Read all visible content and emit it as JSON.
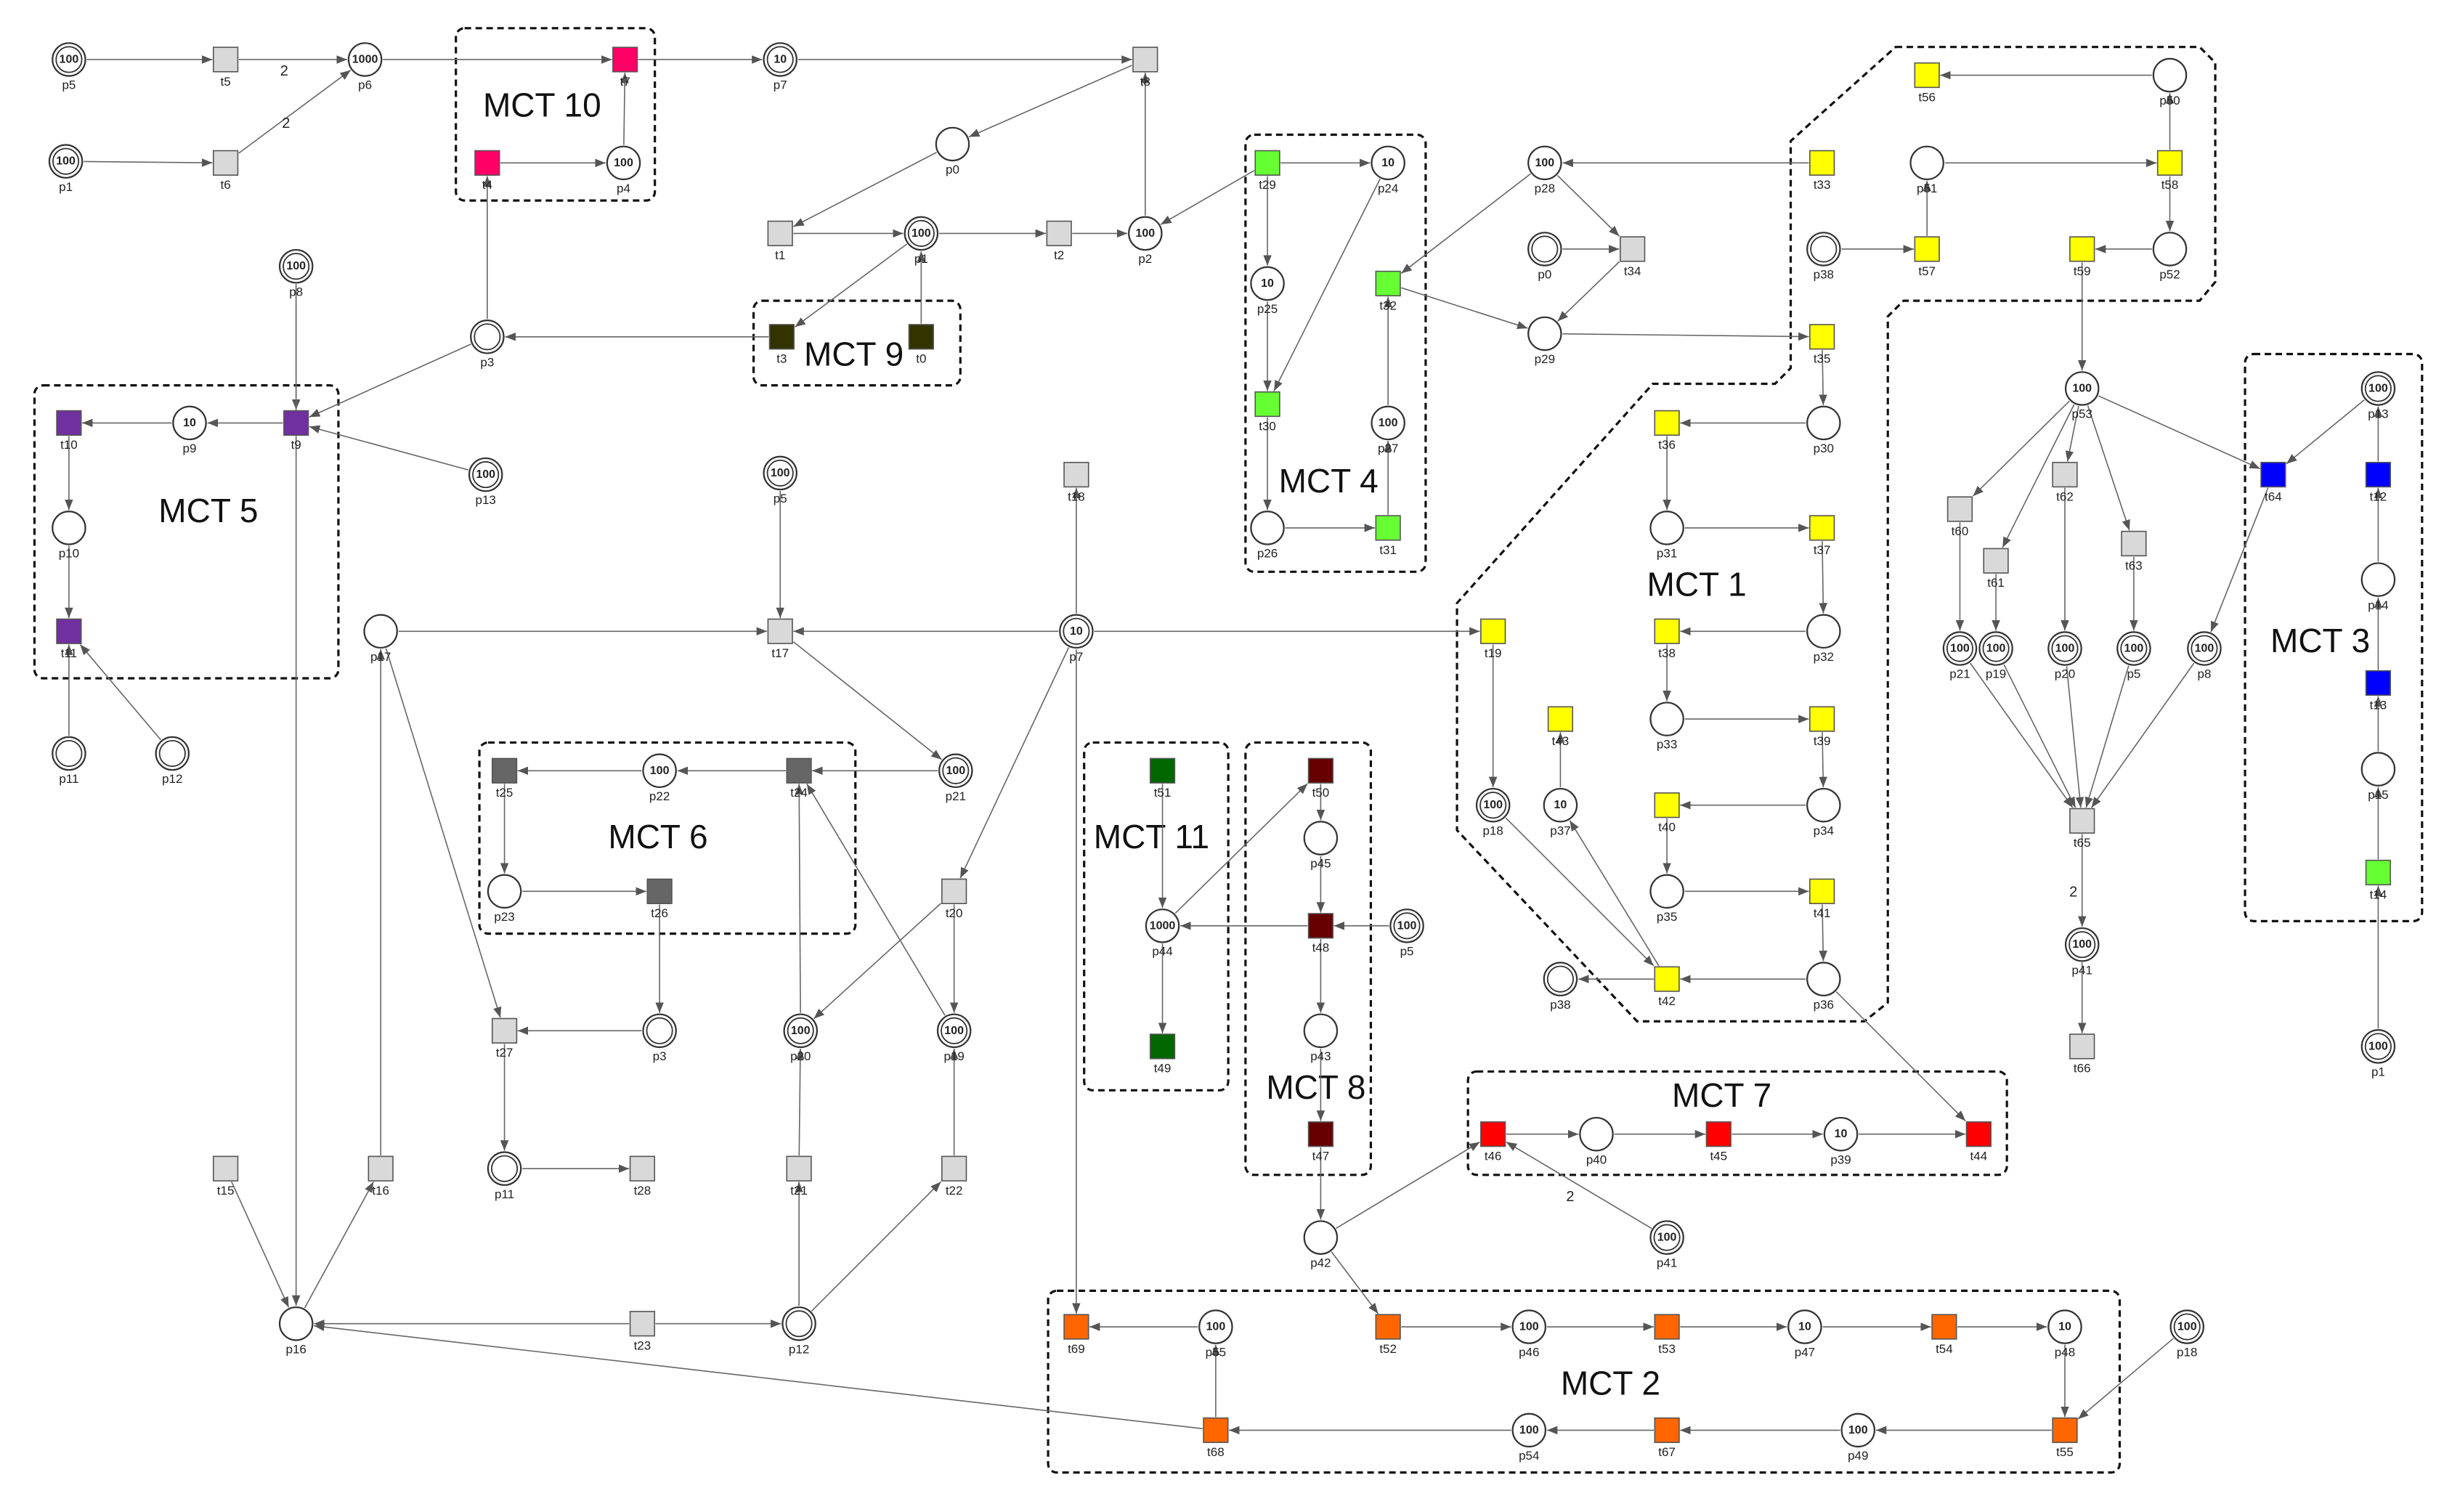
{
  "places": [
    {
      "id": "p5a",
      "label": "p5",
      "tokens": "100"
    },
    {
      "id": "p1a",
      "label": "p1",
      "tokens": "100"
    },
    {
      "id": "p6",
      "label": "p6",
      "tokens": "1000"
    },
    {
      "id": "p4",
      "label": "p4",
      "tokens": "100"
    },
    {
      "id": "p7a",
      "label": "p7",
      "tokens": "10"
    },
    {
      "id": "p0a",
      "label": "p0",
      "tokens": ""
    },
    {
      "id": "p1b",
      "label": "p1",
      "tokens": "100"
    },
    {
      "id": "p2",
      "label": "p2",
      "tokens": "100"
    },
    {
      "id": "p8a",
      "label": "p8",
      "tokens": "100"
    },
    {
      "id": "p3a",
      "label": "p3",
      "tokens": ""
    },
    {
      "id": "p9",
      "label": "p9",
      "tokens": "10"
    },
    {
      "id": "p13a",
      "label": "p13",
      "tokens": "100"
    },
    {
      "id": "p10",
      "label": "p10",
      "tokens": ""
    },
    {
      "id": "p11a",
      "label": "p11",
      "tokens": ""
    },
    {
      "id": "p12a",
      "label": "p12",
      "tokens": ""
    },
    {
      "id": "p5b",
      "label": "p5",
      "tokens": "100"
    },
    {
      "id": "p17",
      "label": "p17",
      "tokens": ""
    },
    {
      "id": "p7b",
      "label": "p7",
      "tokens": "10"
    },
    {
      "id": "p22",
      "label": "p22",
      "tokens": "100"
    },
    {
      "id": "p21a",
      "label": "p21",
      "tokens": "100"
    },
    {
      "id": "p23",
      "label": "p23",
      "tokens": ""
    },
    {
      "id": "p3b",
      "label": "p3",
      "tokens": ""
    },
    {
      "id": "p20a",
      "label": "p20",
      "tokens": "100"
    },
    {
      "id": "p19a",
      "label": "p19",
      "tokens": "100"
    },
    {
      "id": "p11b",
      "label": "p11",
      "tokens": ""
    },
    {
      "id": "p16",
      "label": "p16",
      "tokens": ""
    },
    {
      "id": "p12b",
      "label": "p12",
      "tokens": ""
    },
    {
      "id": "p24",
      "label": "p24",
      "tokens": "10"
    },
    {
      "id": "p25",
      "label": "p25",
      "tokens": "10"
    },
    {
      "id": "p27",
      "label": "p27",
      "tokens": "100"
    },
    {
      "id": "p26",
      "label": "p26",
      "tokens": ""
    },
    {
      "id": "p28",
      "label": "p28",
      "tokens": "100"
    },
    {
      "id": "p0b",
      "label": "p0",
      "tokens": ""
    },
    {
      "id": "p29",
      "label": "p29",
      "tokens": ""
    },
    {
      "id": "p30",
      "label": "p30",
      "tokens": ""
    },
    {
      "id": "p31",
      "label": "p31",
      "tokens": ""
    },
    {
      "id": "p32",
      "label": "p32",
      "tokens": ""
    },
    {
      "id": "p33",
      "label": "p33",
      "tokens": ""
    },
    {
      "id": "p34",
      "label": "p34",
      "tokens": ""
    },
    {
      "id": "p35",
      "label": "p35",
      "tokens": ""
    },
    {
      "id": "p36",
      "label": "p36",
      "tokens": ""
    },
    {
      "id": "p18a",
      "label": "p18",
      "tokens": "100"
    },
    {
      "id": "p37",
      "label": "p37",
      "tokens": "10"
    },
    {
      "id": "p38a",
      "label": "p38",
      "tokens": ""
    },
    {
      "id": "p38b",
      "label": "p38",
      "tokens": ""
    },
    {
      "id": "p44",
      "label": "p44",
      "tokens": "1000"
    },
    {
      "id": "p45",
      "label": "p45",
      "tokens": ""
    },
    {
      "id": "p5c",
      "label": "p5",
      "tokens": "100"
    },
    {
      "id": "p43",
      "label": "p43",
      "tokens": ""
    },
    {
      "id": "p42",
      "label": "p42",
      "tokens": ""
    },
    {
      "id": "p40",
      "label": "p40",
      "tokens": ""
    },
    {
      "id": "p39",
      "label": "p39",
      "tokens": "10"
    },
    {
      "id": "p41a",
      "label": "p41",
      "tokens": "100"
    },
    {
      "id": "p55",
      "label": "p55",
      "tokens": "100"
    },
    {
      "id": "p46",
      "label": "p46",
      "tokens": "100"
    },
    {
      "id": "p47",
      "label": "p47",
      "tokens": "10"
    },
    {
      "id": "p48",
      "label": "p48",
      "tokens": "10"
    },
    {
      "id": "p54",
      "label": "p54",
      "tokens": "100"
    },
    {
      "id": "p49",
      "label": "p49",
      "tokens": "100"
    },
    {
      "id": "p18b",
      "label": "p18",
      "tokens": "100"
    },
    {
      "id": "p50",
      "label": "p50",
      "tokens": ""
    },
    {
      "id": "p51",
      "label": "p51",
      "tokens": ""
    },
    {
      "id": "p52",
      "label": "p52",
      "tokens": ""
    },
    {
      "id": "p53",
      "label": "p53",
      "tokens": "100"
    },
    {
      "id": "p21b",
      "label": "p21",
      "tokens": "100"
    },
    {
      "id": "p19b",
      "label": "p19",
      "tokens": "100"
    },
    {
      "id": "p20b",
      "label": "p20",
      "tokens": "100"
    },
    {
      "id": "p5d",
      "label": "p5",
      "tokens": "100"
    },
    {
      "id": "p8b",
      "label": "p8",
      "tokens": "100"
    },
    {
      "id": "p41b",
      "label": "p41",
      "tokens": "100"
    },
    {
      "id": "p13b",
      "label": "p13",
      "tokens": "100"
    },
    {
      "id": "p14",
      "label": "p14",
      "tokens": ""
    },
    {
      "id": "p15",
      "label": "p15",
      "tokens": ""
    },
    {
      "id": "p1c",
      "label": "p1",
      "tokens": "100"
    }
  ],
  "transitions": [
    {
      "id": "t5",
      "label": "t5",
      "color": "#d9d9d9"
    },
    {
      "id": "t6",
      "label": "t6",
      "color": "#d9d9d9"
    },
    {
      "id": "t7",
      "label": "t7",
      "color": "#ff0066"
    },
    {
      "id": "t4",
      "label": "t4",
      "color": "#ff0066"
    },
    {
      "id": "t8",
      "label": "t8",
      "color": "#d9d9d9"
    },
    {
      "id": "t1",
      "label": "t1",
      "color": "#d9d9d9"
    },
    {
      "id": "t2",
      "label": "t2",
      "color": "#d9d9d9"
    },
    {
      "id": "t3",
      "label": "t3",
      "color": "#333300"
    },
    {
      "id": "t0a",
      "label": "t0",
      "color": "#333300"
    },
    {
      "id": "t10",
      "label": "t10",
      "color": "#7030a0"
    },
    {
      "id": "t9",
      "label": "t9",
      "color": "#7030a0"
    },
    {
      "id": "t11",
      "label": "t11",
      "color": "#7030a0"
    },
    {
      "id": "t18",
      "label": "t18",
      "color": "#d9d9d9"
    },
    {
      "id": "t17",
      "label": "t17",
      "color": "#d9d9d9"
    },
    {
      "id": "t25",
      "label": "t25",
      "color": "#666666"
    },
    {
      "id": "t24",
      "label": "t24",
      "color": "#666666"
    },
    {
      "id": "t26",
      "label": "t26",
      "color": "#666666"
    },
    {
      "id": "t20",
      "label": "t20",
      "color": "#d9d9d9"
    },
    {
      "id": "t27",
      "label": "t27",
      "color": "#d9d9d9"
    },
    {
      "id": "t28",
      "label": "t28",
      "color": "#d9d9d9"
    },
    {
      "id": "t15",
      "label": "t15",
      "color": "#d9d9d9"
    },
    {
      "id": "t16",
      "label": "t16",
      "color": "#d9d9d9"
    },
    {
      "id": "t21",
      "label": "t21",
      "color": "#d9d9d9"
    },
    {
      "id": "t22",
      "label": "t22",
      "color": "#d9d9d9"
    },
    {
      "id": "t23",
      "label": "t23",
      "color": "#d9d9d9"
    },
    {
      "id": "t29",
      "label": "t29",
      "color": "#66ff33"
    },
    {
      "id": "t32",
      "label": "t32",
      "color": "#66ff33"
    },
    {
      "id": "t30",
      "label": "t30",
      "color": "#66ff33"
    },
    {
      "id": "t31",
      "label": "t31",
      "color": "#66ff33"
    },
    {
      "id": "t34",
      "label": "t34",
      "color": "#d9d9d9"
    },
    {
      "id": "t33",
      "label": "t33",
      "color": "#ffff00"
    },
    {
      "id": "t35",
      "label": "t35",
      "color": "#ffff00"
    },
    {
      "id": "t36",
      "label": "t36",
      "color": "#ffff00"
    },
    {
      "id": "t37",
      "label": "t37",
      "color": "#ffff00"
    },
    {
      "id": "t38",
      "label": "t38",
      "color": "#ffff00"
    },
    {
      "id": "t19",
      "label": "t19",
      "color": "#ffff00"
    },
    {
      "id": "t39",
      "label": "t39",
      "color": "#ffff00"
    },
    {
      "id": "t43",
      "label": "t43",
      "color": "#ffff00"
    },
    {
      "id": "t40",
      "label": "t40",
      "color": "#ffff00"
    },
    {
      "id": "t41",
      "label": "t41",
      "color": "#ffff00"
    },
    {
      "id": "t42",
      "label": "t42",
      "color": "#ffff00"
    },
    {
      "id": "t51",
      "label": "t51",
      "color": "#006600"
    },
    {
      "id": "t49",
      "label": "t49",
      "color": "#006600"
    },
    {
      "id": "t50",
      "label": "t50",
      "color": "#660000"
    },
    {
      "id": "t48",
      "label": "t48",
      "color": "#660000"
    },
    {
      "id": "t47",
      "label": "t47",
      "color": "#660000"
    },
    {
      "id": "t46",
      "label": "t46",
      "color": "#ff0000"
    },
    {
      "id": "t45",
      "label": "t45",
      "color": "#ff0000"
    },
    {
      "id": "t44",
      "label": "t44",
      "color": "#ff0000"
    },
    {
      "id": "t69",
      "label": "t69",
      "color": "#ff6600"
    },
    {
      "id": "t52",
      "label": "t52",
      "color": "#ff6600"
    },
    {
      "id": "t53",
      "label": "t53",
      "color": "#ff6600"
    },
    {
      "id": "t54",
      "label": "t54",
      "color": "#ff6600"
    },
    {
      "id": "t68",
      "label": "t68",
      "color": "#ff6600"
    },
    {
      "id": "t67",
      "label": "t67",
      "color": "#ff6600"
    },
    {
      "id": "t55",
      "label": "t55",
      "color": "#ff6600"
    },
    {
      "id": "t56",
      "label": "t56",
      "color": "#ffff00"
    },
    {
      "id": "t58",
      "label": "t58",
      "color": "#ffff00"
    },
    {
      "id": "t57",
      "label": "t57",
      "color": "#ffff00"
    },
    {
      "id": "t59",
      "label": "t59",
      "color": "#ffff00"
    },
    {
      "id": "t60",
      "label": "t60",
      "color": "#d9d9d9"
    },
    {
      "id": "t62",
      "label": "t62",
      "color": "#d9d9d9"
    },
    {
      "id": "t61",
      "label": "t61",
      "color": "#d9d9d9"
    },
    {
      "id": "t63",
      "label": "t63",
      "color": "#d9d9d9"
    },
    {
      "id": "t64",
      "label": "t64",
      "color": "#0000ff"
    },
    {
      "id": "t12",
      "label": "t12",
      "color": "#0000ff"
    },
    {
      "id": "t13",
      "label": "t13",
      "color": "#0000ff"
    },
    {
      "id": "t14",
      "label": "t14",
      "color": "#66ff33"
    },
    {
      "id": "t65",
      "label": "t65",
      "color": "#d9d9d9"
    },
    {
      "id": "t66",
      "label": "t66",
      "color": "#d9d9d9"
    }
  ],
  "arcs": [
    [
      "p5a",
      "t5"
    ],
    [
      "t5",
      "p6",
      "2"
    ],
    [
      "p1a",
      "t6"
    ],
    [
      "t6",
      "p6",
      "2"
    ],
    [
      "p6",
      "t7"
    ],
    [
      "t7",
      "p7a"
    ],
    [
      "p7a",
      "t8"
    ],
    [
      "t8",
      "p0a"
    ],
    [
      "p0a",
      "t1"
    ],
    [
      "t1",
      "p1b"
    ],
    [
      "p1b",
      "t2"
    ],
    [
      "t2",
      "p2"
    ],
    [
      "p2",
      "t8"
    ],
    [
      "t4",
      "p4"
    ],
    [
      "p4",
      "t7"
    ],
    [
      "p3a",
      "t4"
    ],
    [
      "t3",
      "p3a"
    ],
    [
      "p1b",
      "t3"
    ],
    [
      "t0a",
      "p1b"
    ],
    [
      "p3a",
      "t9"
    ],
    [
      "p8a",
      "t9"
    ],
    [
      "p13a",
      "t9"
    ],
    [
      "t9",
      "p9"
    ],
    [
      "p9",
      "t10"
    ],
    [
      "t10",
      "p10"
    ],
    [
      "p10",
      "t11"
    ],
    [
      "p11a",
      "t11"
    ],
    [
      "p12a",
      "t11"
    ],
    [
      "p5b",
      "t17"
    ],
    [
      "p7b",
      "t17"
    ],
    [
      "p17",
      "t17"
    ],
    [
      "p7b",
      "t18"
    ],
    [
      "p7b",
      "t19"
    ],
    [
      "t17",
      "p21a"
    ],
    [
      "p21a",
      "t24"
    ],
    [
      "t24",
      "p22"
    ],
    [
      "p22",
      "t25"
    ],
    [
      "t25",
      "p23"
    ],
    [
      "p23",
      "t26"
    ],
    [
      "t26",
      "p3b"
    ],
    [
      "p3b",
      "t27"
    ],
    [
      "t27",
      "p11b"
    ],
    [
      "p11b",
      "t28"
    ],
    [
      "p7b",
      "t20"
    ],
    [
      "t20",
      "p20a"
    ],
    [
      "t20",
      "p19a"
    ],
    [
      "p20a",
      "t24"
    ],
    [
      "p19a",
      "t24"
    ],
    [
      "t21",
      "p20a"
    ],
    [
      "t22",
      "p19a"
    ],
    [
      "p12b",
      "t21"
    ],
    [
      "p12b",
      "t22"
    ],
    [
      "t23",
      "p12b"
    ],
    [
      "t23",
      "p16"
    ],
    [
      "t15",
      "p16"
    ],
    [
      "p16",
      "t16"
    ],
    [
      "t16",
      "p17"
    ],
    [
      "p17",
      "t27"
    ],
    [
      "p8a",
      "p16"
    ],
    [
      "p7b",
      "t69"
    ],
    [
      "t68",
      "p16"
    ],
    [
      "t29",
      "p2"
    ],
    [
      "t29",
      "p24"
    ],
    [
      "t29",
      "p25"
    ],
    [
      "p24",
      "t30"
    ],
    [
      "p25",
      "t30"
    ],
    [
      "t30",
      "p26"
    ],
    [
      "p26",
      "t31"
    ],
    [
      "t31",
      "p27"
    ],
    [
      "p27",
      "t32"
    ],
    [
      "p28",
      "t32"
    ],
    [
      "t32",
      "p29"
    ],
    [
      "t33",
      "p28"
    ],
    [
      "p28",
      "t34"
    ],
    [
      "p0b",
      "t34"
    ],
    [
      "t34",
      "p29"
    ],
    [
      "p29",
      "t35"
    ],
    [
      "t35",
      "p30"
    ],
    [
      "p30",
      "t36"
    ],
    [
      "t36",
      "p31"
    ],
    [
      "p31",
      "t37"
    ],
    [
      "t37",
      "p32"
    ],
    [
      "p32",
      "t38"
    ],
    [
      "t38",
      "p33"
    ],
    [
      "p33",
      "t39"
    ],
    [
      "t39",
      "p34"
    ],
    [
      "p34",
      "t40"
    ],
    [
      "t40",
      "p35"
    ],
    [
      "p35",
      "t41"
    ],
    [
      "t41",
      "p36"
    ],
    [
      "p36",
      "t42"
    ],
    [
      "t19",
      "p18a"
    ],
    [
      "p18a",
      "t42"
    ],
    [
      "p37",
      "t43"
    ],
    [
      "t42",
      "p37"
    ],
    [
      "t42",
      "p38b"
    ],
    [
      "p36",
      "t44"
    ],
    [
      "t51",
      "p44"
    ],
    [
      "p44",
      "t49"
    ],
    [
      "p44",
      "t50"
    ],
    [
      "t50",
      "p45"
    ],
    [
      "p45",
      "t48"
    ],
    [
      "p5c",
      "t48"
    ],
    [
      "t48",
      "p44"
    ],
    [
      "t48",
      "p43"
    ],
    [
      "p43",
      "t47"
    ],
    [
      "t47",
      "p42"
    ],
    [
      "p42",
      "t46"
    ],
    [
      "p41a",
      "t46",
      "2"
    ],
    [
      "t46",
      "p40"
    ],
    [
      "p40",
      "t45"
    ],
    [
      "t45",
      "p39"
    ],
    [
      "p39",
      "t44"
    ],
    [
      "p42",
      "t52"
    ],
    [
      "t52",
      "p46"
    ],
    [
      "p46",
      "t53"
    ],
    [
      "t53",
      "p47"
    ],
    [
      "p47",
      "t54"
    ],
    [
      "t54",
      "p48"
    ],
    [
      "p48",
      "t55"
    ],
    [
      "p18b",
      "t55"
    ],
    [
      "t55",
      "p49"
    ],
    [
      "p49",
      "t67"
    ],
    [
      "t67",
      "p54"
    ],
    [
      "p54",
      "t68"
    ],
    [
      "t68",
      "p55"
    ],
    [
      "p55",
      "t69"
    ],
    [
      "p50",
      "t56"
    ],
    [
      "t58",
      "p50"
    ],
    [
      "p51",
      "t58"
    ],
    [
      "t57",
      "p51"
    ],
    [
      "p38a",
      "t57"
    ],
    [
      "t58",
      "p52"
    ],
    [
      "p52",
      "t59"
    ],
    [
      "t59",
      "p53"
    ],
    [
      "p53",
      "t60"
    ],
    [
      "p53",
      "t61"
    ],
    [
      "p53",
      "t62"
    ],
    [
      "p53",
      "t63"
    ],
    [
      "p53",
      "t64"
    ],
    [
      "t60",
      "p21b"
    ],
    [
      "t61",
      "p19b"
    ],
    [
      "t62",
      "p20b"
    ],
    [
      "t63",
      "p5d"
    ],
    [
      "t64",
      "p8b"
    ],
    [
      "p13b",
      "t64"
    ],
    [
      "p21b",
      "t65"
    ],
    [
      "p19b",
      "t65"
    ],
    [
      "p20b",
      "t65"
    ],
    [
      "p5d",
      "t65"
    ],
    [
      "p8b",
      "t65"
    ],
    [
      "t65",
      "p41b",
      "2"
    ],
    [
      "p41b",
      "t66"
    ],
    [
      "t12",
      "p13b"
    ],
    [
      "p14",
      "t12"
    ],
    [
      "t13",
      "p14"
    ],
    [
      "p15",
      "t13"
    ],
    [
      "t14",
      "p15"
    ],
    [
      "p1c",
      "t14"
    ]
  ],
  "groups": [
    {
      "id": "mct1",
      "label": "MCT 1"
    },
    {
      "id": "mct2",
      "label": "MCT 2"
    },
    {
      "id": "mct3",
      "label": "MCT 3"
    },
    {
      "id": "mct4",
      "label": "MCT 4"
    },
    {
      "id": "mct5",
      "label": "MCT 5"
    },
    {
      "id": "mct6",
      "label": "MCT 6"
    },
    {
      "id": "mct7",
      "label": "MCT 7"
    },
    {
      "id": "mct8",
      "label": "MCT 8"
    },
    {
      "id": "mct9",
      "label": "MCT 9"
    },
    {
      "id": "mct10",
      "label": "MCT 10"
    },
    {
      "id": "mct11",
      "label": "MCT 11"
    }
  ]
}
